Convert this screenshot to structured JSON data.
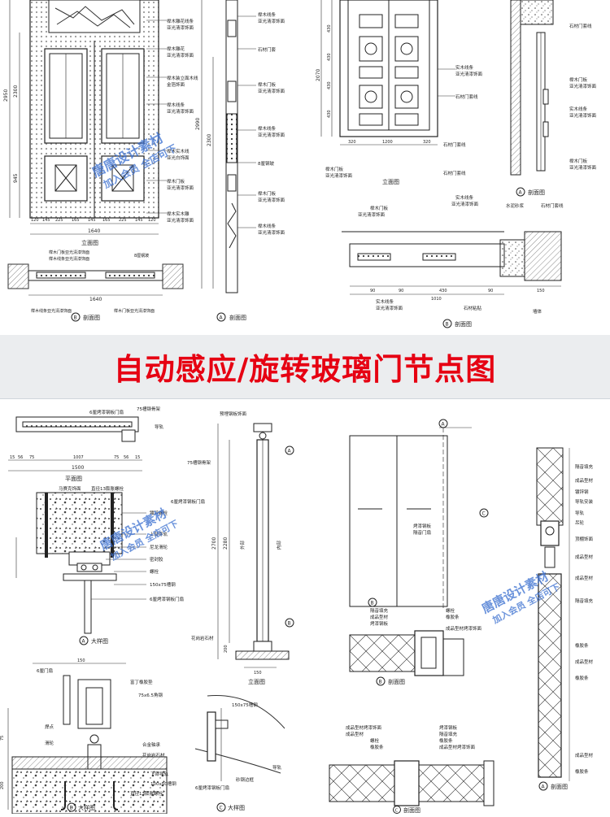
{
  "banner": {
    "title": "自动感应/旋转玻璃门节点图",
    "color": "#e60012"
  },
  "watermark": {
    "line1": "唐唐设计素材",
    "line2": "加入会员 全店可下",
    "color": "#3a6fd0"
  },
  "top_left": {
    "elevation_title": "立面图",
    "dims_bottom": [
      "120",
      "145",
      "225",
      "165",
      "145",
      "165",
      "225",
      "145",
      "120"
    ],
    "total_width": "1640",
    "height_dims": [
      "2950",
      "2300",
      "945"
    ],
    "callouts": [
      "榉木雕花线条",
      "亚光清漆饰面",
      "榉木雕花",
      "亚光清漆饰面",
      "榉木装立面木线",
      "金箔饰面",
      "榉木线条",
      "亚光清漆饰面",
      "榉木实木线",
      "亚光白饰面",
      "榉木门板",
      "亚光清漆饰面",
      "榉木实木雕",
      "亚光清漆饰面"
    ],
    "plan_title": "剖面图",
    "plan_label": "B",
    "plan_callouts": [
      "榉木门板亚光清漆饰面",
      "榉木线条亚光清漆饰面",
      "8厘钢玻",
      "榉木线条亚光清漆饰面",
      "榉木门板亚光清漆饰面"
    ],
    "plan_width": "1640"
  },
  "top_mid": {
    "section_title": "剖面图",
    "section_label": "A",
    "callouts": [
      "榉木线条",
      "亚光清漆饰面",
      "石材门套",
      "榉木门板",
      "亚光清漆饰面",
      "榉木线条",
      "亚光清漆饰面",
      "8厘钢玻",
      "榉木门板",
      "亚光清漆饰面",
      "榉木线条",
      "亚光清漆饰面"
    ],
    "height_dims": [
      "2990",
      "2300"
    ]
  },
  "top_right": {
    "elevation_title": "立面图",
    "height_dims": [
      "2070",
      "430",
      "430",
      "430",
      "430"
    ],
    "width_dims": [
      "320",
      "1200",
      "320"
    ],
    "callouts": [
      "实木线条",
      "亚光清漆饰面",
      "石材门套线",
      "榉木门板",
      "亚光清漆饰面",
      "石材门套线",
      "石材门套线"
    ],
    "sectionA_title": "剖面图",
    "sectionA_label": "A",
    "sectionA_callouts": [
      "石材门套线",
      "榉木门板",
      "亚光清漆饰面",
      "实木线条",
      "亚光清漆饰面",
      "榉木门板",
      "亚光清漆饰面"
    ],
    "sectionB_title": "剖面图",
    "sectionB_label": "B",
    "sectionB_callouts": [
      "榉木门板",
      "亚光清漆饰面",
      "实木线条",
      "亚光清漆饰面",
      "水泥砂浆",
      "石材门套线",
      "实木线条",
      "亚光清漆饰面",
      "石材粘贴",
      "墙体"
    ],
    "sectionB_dims": [
      "90",
      "90",
      "430",
      "90",
      "150"
    ],
    "sectionB_total": "1010"
  },
  "bottom_left": {
    "plan_title": "平面图",
    "plan_callouts": [
      "6厘烤漆钢板门扇",
      "75槽钢骨架",
      "导轨"
    ],
    "plan_dims": [
      "15",
      "56",
      "75",
      "1007",
      "75",
      "56",
      "15"
    ],
    "plan_total": "1500",
    "detailA_title": "大样图",
    "detailA_label": "A",
    "detailA_callouts": [
      "马赛克饰面",
      "直径13膨胀螺栓",
      "镀锌螺栓",
      "上部导轨",
      "尼龙滑轮",
      "密封胶",
      "螺栓",
      "150x75槽钢",
      "6厘烤漆钢板门扇"
    ],
    "detailB_title": "大样图",
    "detailB_label": "B",
    "detailB_callouts": [
      "6厘门扇",
      "富丁橡胶垫",
      "75x6.5角钢",
      "焊点",
      "滑轮",
      "合金轴承",
      "花岗岩石材",
      "下部导轨",
      "100x50槽钢",
      "直径13膨胀螺栓"
    ],
    "detailB_dims": [
      "150",
      "75",
      "200"
    ]
  },
  "bottom_mid": {
    "elevation_title": "立面图",
    "callouts": [
      "预埋钢板饰面",
      "75槽钢骨架",
      "6厘烤漆钢板门扇",
      "外部",
      "内部",
      "花岗岩石材"
    ],
    "height_dims": [
      "2700",
      "2280",
      "200"
    ],
    "width_dims": [
      "150"
    ],
    "detailC_title": "大样图",
    "detailC_label": "C",
    "detailC_callouts": [
      "150x75槽钢",
      "6厘烤漆钢板门扇",
      "砂钢边框",
      "导轨"
    ]
  },
  "bottom_right": {
    "elevation_callouts": [
      "烤漆钢板",
      "隔音门扇"
    ],
    "sectionB_title": "剖面图",
    "sectionB_label": "B",
    "sectionB_callouts": [
      "隔音填充",
      "成品型材",
      "烤漆钢板",
      "螺栓",
      "橡胶条",
      "成品型材烤漆饰面"
    ],
    "sectionC_title": "剖面图",
    "sectionC_label": "C",
    "sectionC_callouts": [
      "成品型材烤漆饰面",
      "成品型材",
      "螺栓",
      "橡胶条",
      "烤漆钢板",
      "隔音填充",
      "橡胶条",
      "成品型材烤漆饰面"
    ],
    "sectionA_title": "剖面图",
    "sectionA_label": "A",
    "sectionA_callouts": [
      "隔音填充",
      "成品型材",
      "镀锌钢",
      "导轨安装",
      "导轨",
      "吊轮",
      "顶棚饰面",
      "成品型材",
      "成品型材",
      "隔音填充",
      "橡胶条",
      "成品型材",
      "橡胶条",
      "成品型材",
      "橡胶条"
    ]
  }
}
